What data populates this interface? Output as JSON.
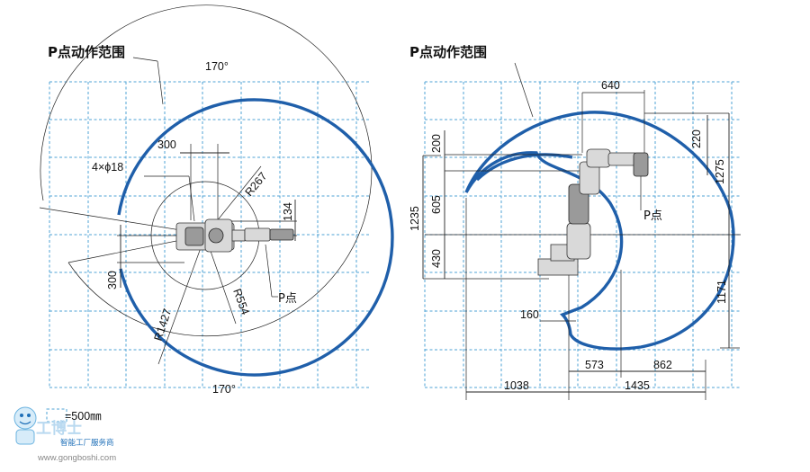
{
  "left_view": {
    "title": "P点动作范围",
    "angle_top": "170°",
    "angle_bottom": "170°",
    "dim_300_top": "300",
    "hole_spec": "4×ϕ18",
    "r_267": "R267",
    "dim_134": "134",
    "dim_300_left": "300",
    "r_1427": "R1427",
    "r_554": "R554",
    "p_point": "P点"
  },
  "right_view": {
    "title": "P点动作范围",
    "dim_640": "640",
    "dim_200": "200",
    "dim_220": "220",
    "dim_1275": "1275",
    "dim_605": "605",
    "dim_1235": "1235",
    "dim_430": "430",
    "dim_1171": "1171",
    "dim_160": "160",
    "dim_573": "573",
    "dim_862": "862",
    "dim_1038": "1038",
    "dim_1435": "1435",
    "p_point": "P点"
  },
  "legend": {
    "grid_scale": "=500㎜"
  },
  "watermark": {
    "brand": "工博士",
    "slogan": "智能工厂服务商",
    "url": "www.gongboshi.com"
  },
  "colors": {
    "envelope": "#1f5faa",
    "grid": "#4fa3d6"
  }
}
